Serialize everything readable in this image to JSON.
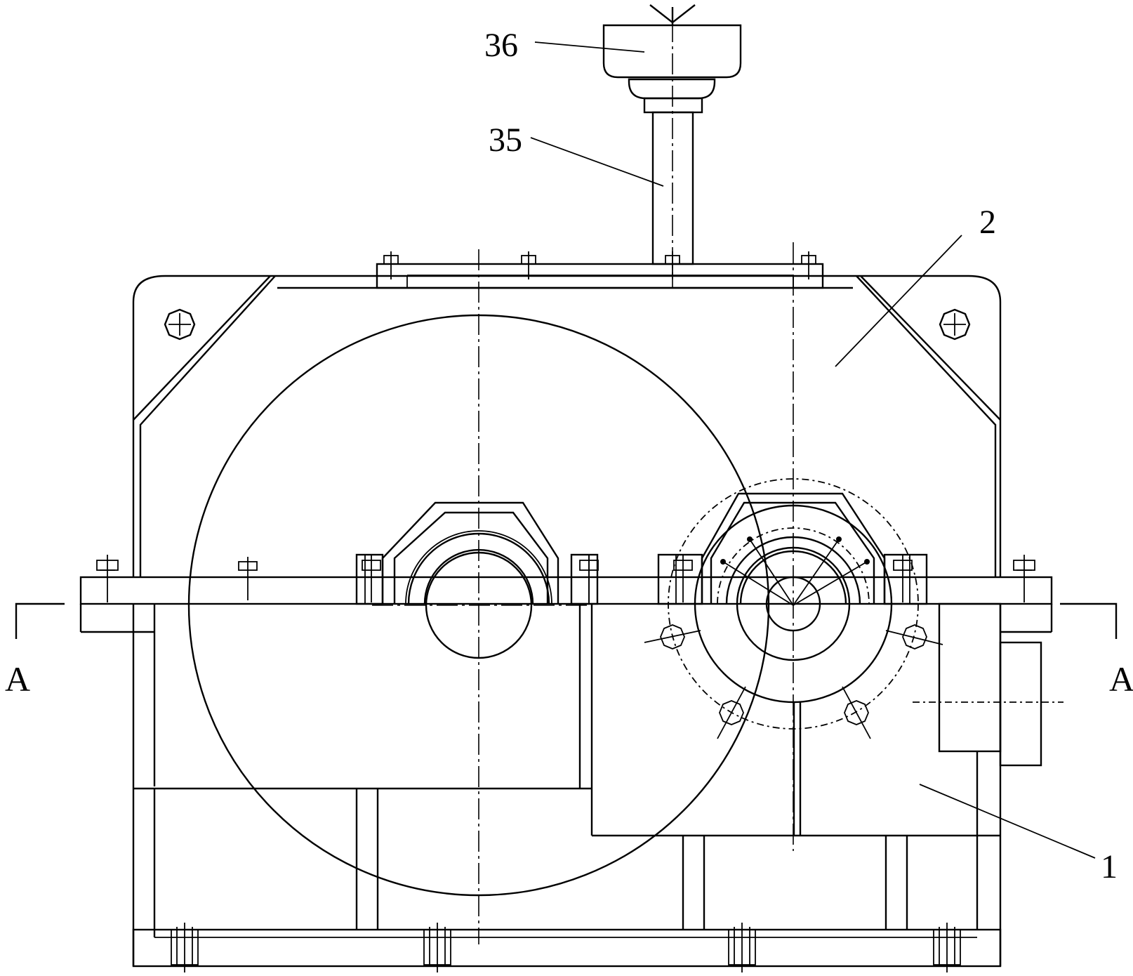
{
  "callouts": {
    "part_36": "36",
    "part_35": "35",
    "part_2": "2",
    "part_1": "1"
  },
  "section": {
    "left": "A",
    "right": "A"
  }
}
